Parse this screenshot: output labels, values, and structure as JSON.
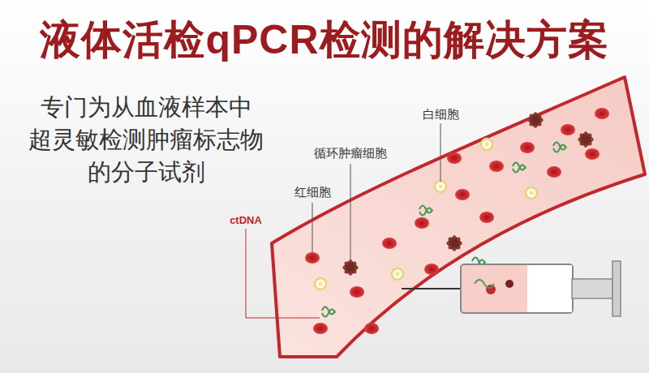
{
  "diagram": {
    "title": "液体活检qPCR检测的解决方案",
    "labels": [
      "专门为从血液样本中 超灵敏检测肿瘤标志物 的分子试剂",
      "白细胞",
      "循环肿瘤细胞",
      "红细胞",
      "ctDNA"
    ]
  }
}
